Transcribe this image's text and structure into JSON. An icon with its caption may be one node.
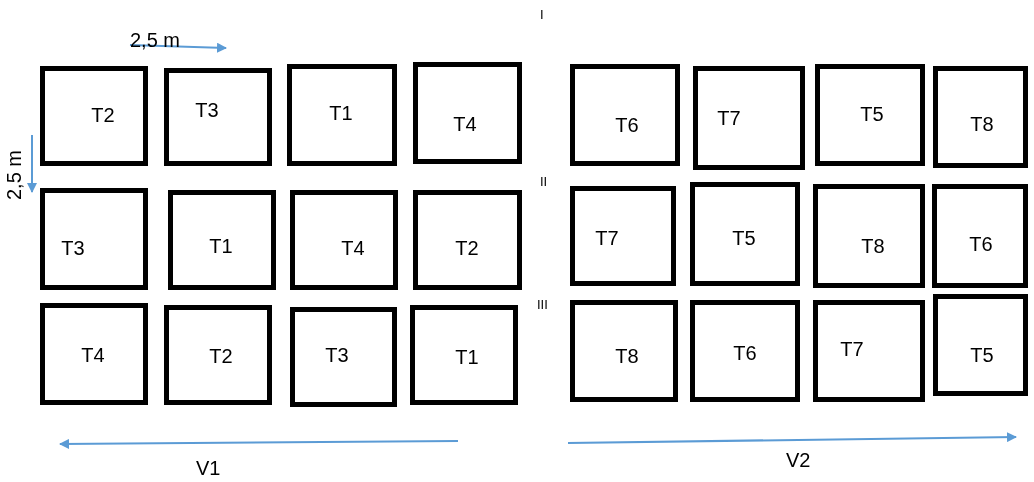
{
  "diagram": {
    "nodes": [
      {
        "text": [
          "T2"
        ]
      },
      {
        "text": [
          "T3"
        ]
      },
      {
        "text": [
          "T1"
        ]
      },
      {
        "text": [
          "T4"
        ]
      },
      {
        "text": [
          "T6"
        ]
      },
      {
        "text": [
          "T7"
        ]
      },
      {
        "text": [
          "T5"
        ]
      },
      {
        "text": [
          "T8"
        ]
      },
      {
        "text": [
          "T3"
        ]
      },
      {
        "text": [
          "T1"
        ]
      },
      {
        "text": [
          "T4"
        ]
      },
      {
        "text": [
          "T2"
        ]
      },
      {
        "text": [
          "T7"
        ]
      },
      {
        "text": [
          "T5"
        ]
      },
      {
        "text": [
          "T8"
        ]
      },
      {
        "text": [
          "T6"
        ]
      },
      {
        "text": [
          "T4"
        ]
      },
      {
        "text": [
          "T2"
        ]
      },
      {
        "text": [
          "T3"
        ]
      },
      {
        "text": [
          "T1"
        ]
      },
      {
        "text": [
          "T8"
        ]
      },
      {
        "text": [
          "T6"
        ]
      },
      {
        "text": [
          "T7"
        ]
      },
      {
        "text": [
          "T5"
        ]
      }
    ],
    "edges": [],
    "labels": [
      "2,5 m",
      "I",
      "2,5 m",
      "II",
      "III",
      "V1",
      "V2"
    ]
  }
}
